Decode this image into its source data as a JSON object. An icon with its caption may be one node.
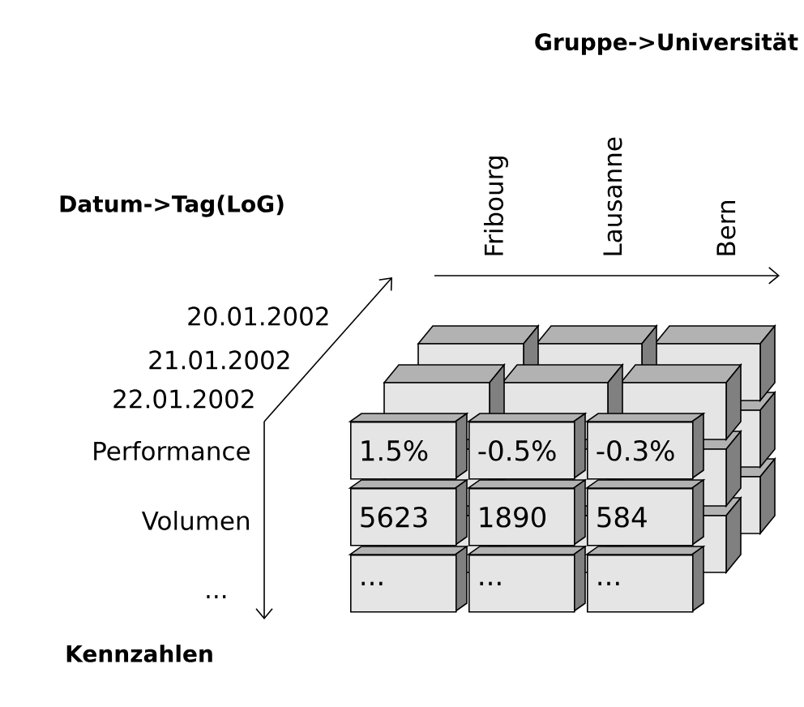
{
  "diagram": {
    "nodes": [
      {
        "text": [
          "1.5%"
        ]
      },
      {
        "text": [
          "-0.5%"
        ]
      },
      {
        "text": [
          "-0.3%"
        ]
      },
      {
        "text": [
          "5623"
        ]
      },
      {
        "text": [
          "1890"
        ]
      },
      {
        "text": [
          "584"
        ]
      },
      {
        "text": [
          "..."
        ]
      },
      {
        "text": [
          "..."
        ]
      },
      {
        "text": [
          "..."
        ]
      }
    ],
    "edges": [],
    "labels": [
      "Gruppe->Universität",
      "Datum->Tag(LoG)",
      "Fribourg",
      "Lausanne",
      "Bern",
      "20.01.2002",
      "21.01.2002",
      "22.01.2002",
      "Performance",
      "Volumen",
      "...",
      "Kennzahlen"
    ]
  }
}
